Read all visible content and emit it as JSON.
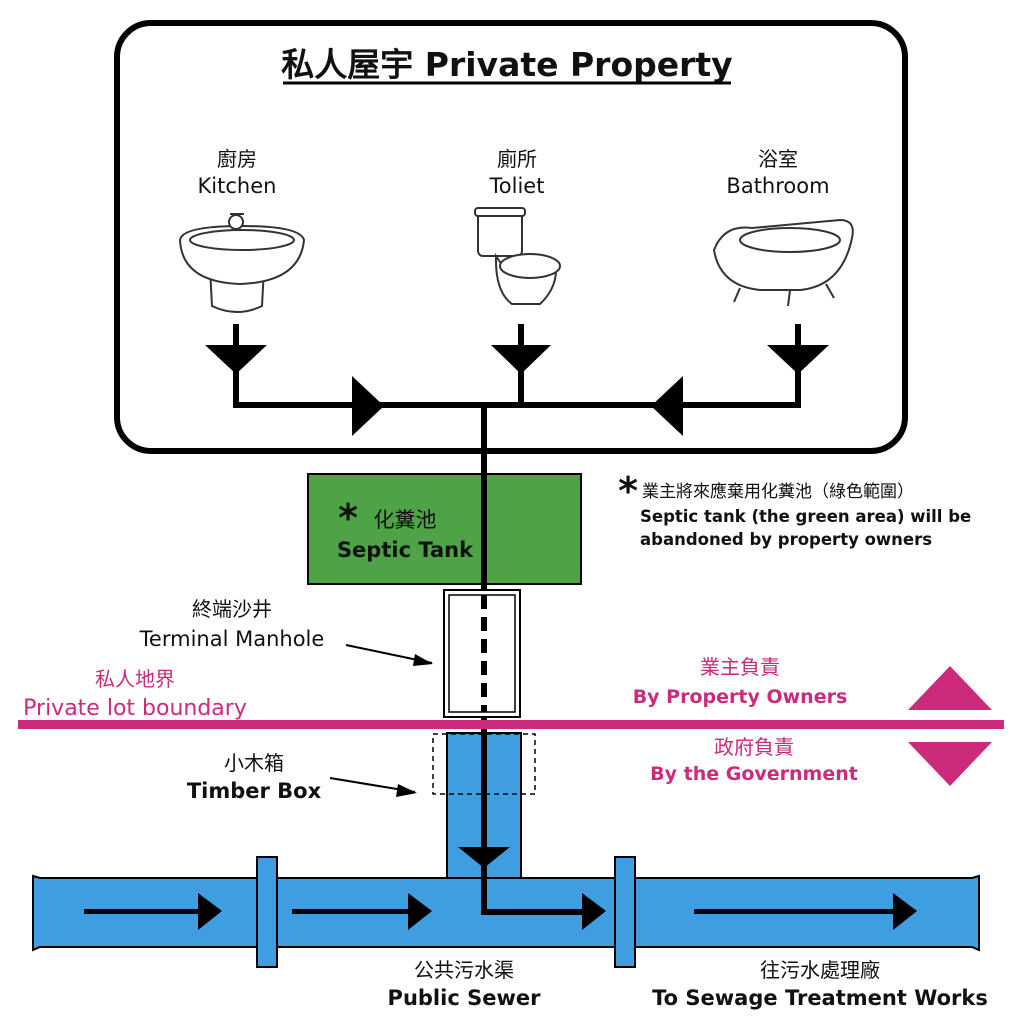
{
  "title": "私人屋宇 Private Property",
  "fixtures": [
    {
      "zh": "廚房",
      "en": "Kitchen",
      "icon": "sink-icon"
    },
    {
      "zh": "廁所",
      "en": "Toliet",
      "icon": "toilet-icon"
    },
    {
      "zh": "浴室",
      "en": "Bathroom",
      "icon": "bathtub-icon"
    }
  ],
  "septic_tank": {
    "asterisk": "*",
    "zh": "化糞池",
    "en": "Septic Tank",
    "fill": "#4ea346"
  },
  "note": {
    "asterisk": "*",
    "zh": "業主將來應棄用化糞池（綠色範圍）",
    "en_line1": "Septic tank (the green area) will be",
    "en_line2": "abandoned by property owners"
  },
  "terminal_manhole": {
    "zh": "終端沙井",
    "en": "Terminal Manhole"
  },
  "boundary": {
    "zh": "私人地界",
    "en": "Private lot boundary",
    "color": "#cc2a7b"
  },
  "owners": {
    "zh": "業主負責",
    "en": "By Property Owners"
  },
  "government": {
    "zh": "政府負責",
    "en": "By the Government"
  },
  "timber_box": {
    "zh": "小木箱",
    "en": "Timber Box"
  },
  "public_sewer": {
    "zh": "公共污水渠",
    "en": "Public Sewer",
    "color": "#3f9ee0"
  },
  "treatment": {
    "zh": "往污水處理廠",
    "en": "To Sewage Treatment Works"
  }
}
